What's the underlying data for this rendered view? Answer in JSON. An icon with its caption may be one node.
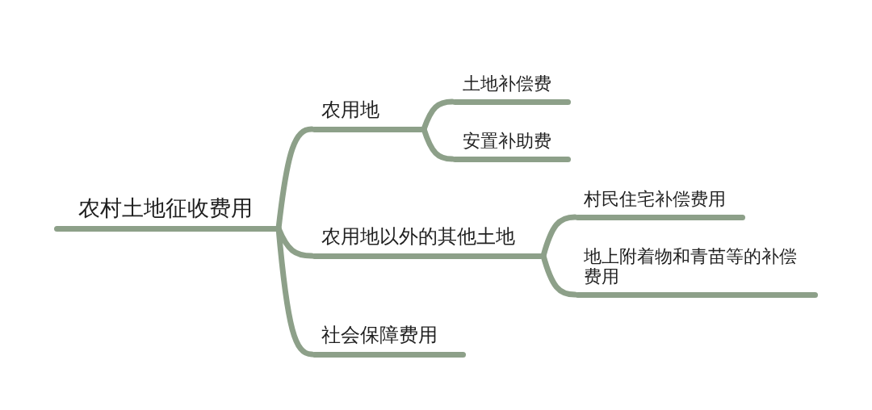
{
  "diagram": {
    "nodes": [
      {
        "text": [
          "农村土地征收费用"
        ]
      },
      {
        "text": [
          "农用地"
        ]
      },
      {
        "text": [
          "土地补偿费"
        ]
      },
      {
        "text": [
          "安置补助费"
        ]
      },
      {
        "text": [
          "农用地以外的其他土地"
        ]
      },
      {
        "text": [
          "村民住宅补偿费用"
        ]
      },
      {
        "text": [
          "地上附着物和青苗等的补偿费用"
        ]
      },
      {
        "text": [
          "社会保障费用"
        ]
      }
    ],
    "edges": [
      {
        "from": 0,
        "to": 1,
        "arrow": "none"
      },
      {
        "from": 0,
        "to": 4,
        "arrow": "none"
      },
      {
        "from": 0,
        "to": 7,
        "arrow": "none"
      },
      {
        "from": 1,
        "to": 2,
        "arrow": "none"
      },
      {
        "from": 1,
        "to": 3,
        "arrow": "none"
      },
      {
        "from": 4,
        "to": 5,
        "arrow": "none"
      },
      {
        "from": 4,
        "to": 6,
        "arrow": "none"
      }
    ]
  }
}
